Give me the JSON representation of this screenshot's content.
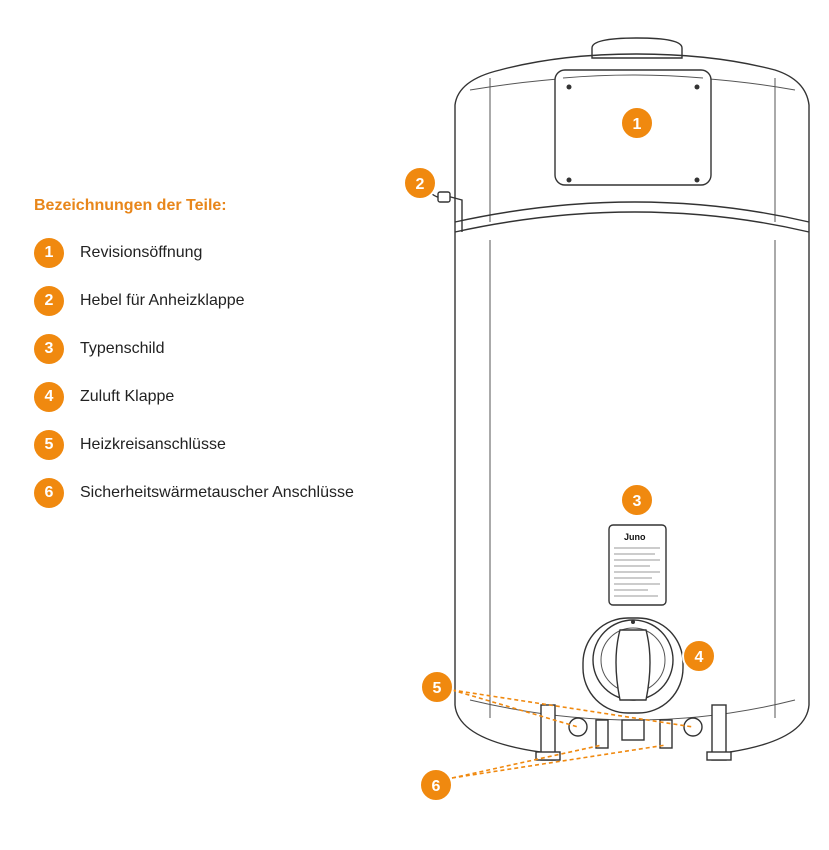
{
  "legend": {
    "title": "Bezeichnungen der Teile:",
    "items": [
      {
        "num": "1",
        "label": "Revisionsöffnung"
      },
      {
        "num": "2",
        "label": "Hebel für Anheizklappe"
      },
      {
        "num": "3",
        "label": "Typenschild"
      },
      {
        "num": "4",
        "label": "Zuluft Klappe"
      },
      {
        "num": "5",
        "label": "Heizkreisanschlüsse"
      },
      {
        "num": "6",
        "label": "Sicherheitswärmetauscher Anschlüsse"
      }
    ]
  },
  "callouts": {
    "c1": "1",
    "c2": "2",
    "c3": "3",
    "c4": "4",
    "c5": "5",
    "c6": "6"
  },
  "type_plate": {
    "brand": "Juno"
  },
  "colors": {
    "accent": "#f0890f",
    "title": "#e8861a",
    "line": "#333333"
  }
}
